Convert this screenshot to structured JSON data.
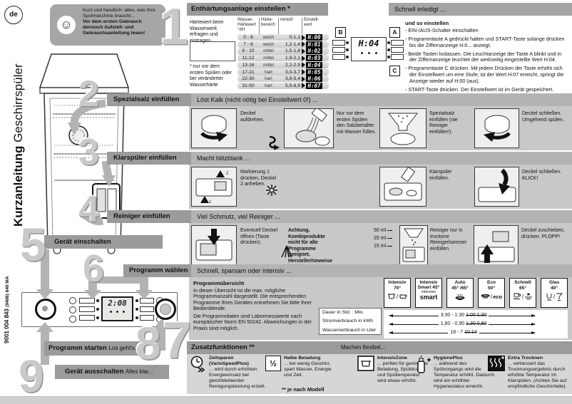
{
  "meta": {
    "lang": "de",
    "doc_number": "9001 004 843",
    "doc_suffix": "(9406) 640 MA",
    "title_bold": "Kurzanleitung",
    "title_light": "Geschirrspüler"
  },
  "intro": {
    "text": "Kurz und handlich: alles, was Ihre Spülmaschine braucht...",
    "bold": "Vor dem ersten Gebrauch dennoch Aufstell- und Gebrauchsanleitung lesen!"
  },
  "step1": {
    "num": "1",
    "title": "Enthärtungsanlage einstellen *",
    "note": "Härtewert beim Wasserwerk erfragen und eintragen ...",
    "footnote": "* nur vor dem ersten Spülen oder bei veränderter Wasserhärte",
    "table": {
      "h1": "Wasser-Härtewert °dH",
      "h2": "Härte-bereich",
      "h3": "mmol/l",
      "h4": "Einstell-wert",
      "rows": [
        {
          "range": "0 - 6",
          "band": "weich",
          "mmol": "0-1,1",
          "value": "H:00"
        },
        {
          "range": "7 - 8",
          "band": "weich",
          "mmol": "1,2-1,4",
          "value": "H:01"
        },
        {
          "range": "9 - 10",
          "band": "mittel",
          "mmol": "1,5-1,8",
          "value": "H:02"
        },
        {
          "range": "11-12",
          "band": "mittel",
          "mmol": "1,9-2,1",
          "value": "H:03"
        },
        {
          "range": "13-16",
          "band": "mittel",
          "mmol": "2,2-2,9",
          "value": "H:04"
        },
        {
          "range": "17-21",
          "band": "hart",
          "mmol": "3,0-3,7",
          "value": "H:05"
        },
        {
          "range": "22-30",
          "band": "hart",
          "mmol": "3,8-5,4",
          "value": "H:06"
        },
        {
          "range": "31-50",
          "band": "hart",
          "mmol": "5,5-8,9",
          "value": "H:07"
        }
      ]
    }
  },
  "quick": {
    "band": "Schnell erledigt ...",
    "subtitle": "und so einstellen",
    "display": "H:04",
    "label_a": "A",
    "label_b": "B",
    "label_c": "C",
    "bullets": [
      "EIN-/AUS-Schalter einschalten",
      "Programmtaste A gedrückt halten und START-Taste solange drücken bis die Ziffernanzeige H:0... anzeigt.",
      "Beide Tasten loslassen. Die Leuchtanzeige der Taste A blinkt und in der Ziffernanzeige leuchtet der werkseitig eingestellte Wert H:04.",
      "Programmtaste C drücken. Mit jedem Drücken der Taste erhöht sich der Einstellwert um eine Stufe; ist der Wert H:07 erreicht, springt die Anzeige wieder auf H:00 (aus).",
      "START-Taste drücken. Der Einstellwert ist im Gerät gespeichert."
    ]
  },
  "step2": {
    "num": "2",
    "title": "Spezialsalz einfüllen",
    "tagline": "Löst Kalk (nicht nötig bei Einstellwert 0!) ...",
    "cap1": "Deckel aufdrehen.",
    "cap2": "Nur vor dem ersten Spülen den Salzbehälter mit Wasser füllen.",
    "cap3": "Spezialsalz einfüllen (nie Reiniger einfüllen!).",
    "cap4": "Deckel schließen. Umgehend spülen."
  },
  "step3": {
    "num": "3",
    "title": "Klarspüler einfüllen",
    "tagline": "Macht blitzblank ...",
    "cap1": "Markierung 1 drücken, Deckel 2 anheben.",
    "cap2": "Klarspüler einfüllen.",
    "cap3": "Deckel schließen. KLICK!"
  },
  "step4": {
    "num": "4",
    "title": "Reiniger einfüllen",
    "tagline": "Viel Schmutz, viel Reiniger ...",
    "cap1": "Eventuell Deckel öffnen (Taste drücken).",
    "warn": "Achtung, Kombiprodukte nicht für alle Programme geeignet, Herstellerhinweise beachten.",
    "ml1": "50 ml",
    "ml2": "25 ml",
    "ml3": "15 ml",
    "cap2": "Reiniger nur in trockene Reinigerkammer einfüllen.",
    "cap3": "Deckel zuschieben, drücken. PLOPP!"
  },
  "step5": {
    "num": "5",
    "title": "Gerät einschalten"
  },
  "step6": {
    "num": "6",
    "title": "Programm wählen",
    "tagline": "Schnell, sparsam oder intensiv ..."
  },
  "step78": {
    "num7": "7",
    "num8": "8",
    "title": "Programm starten",
    "tagline": "Los geht's..."
  },
  "step9": {
    "num": "9",
    "title": "Gerät ausschalten",
    "tagline": "Alles klar..."
  },
  "programs": {
    "overview_title": "Programmübersicht",
    "p1": "In dieser Übersicht ist die max. mögliche Programmanzahl dargestellt. Die entsprechenden Programme Ihres Gerätes entnehmen Sie bitte Ihrer Bedienblende.",
    "p2": "Die Programmdaten sind Labormesswerte nach europäischer Norm EN 50242. Abweichungen in der Praxis sind möglich.",
    "label1": "Dauer in Std. : Min.",
    "label2": "Stromverbrauch in kWh",
    "label3": "Wasserverbrauch in Liter",
    "cols": [
      {
        "l1": "Intensiv",
        "l2": "70°"
      },
      {
        "l1": "Intensiv",
        "l2": "Smart 45°",
        "logo1": "intensive",
        "logo2": "smart"
      },
      {
        "l1": "Auto",
        "l2": "45° /65°"
      },
      {
        "l1": "Eco",
        "l2": "50°",
        "eco": "eco"
      },
      {
        "l1": "Schnell",
        "l2": "65°"
      },
      {
        "l1": "Glas",
        "l2": "40°"
      }
    ],
    "values": [
      {
        "cur": "3:30 - 1:30",
        "old": "1:00 1:30"
      },
      {
        "cur": "1,60 - 0,90",
        "old": "1,30 0,90"
      },
      {
        "cur": "18 - 7",
        "old": "10 14"
      }
    ]
  },
  "extras": {
    "title": "Zusatzfunktionen **",
    "tagline": "Machen flexibel...",
    "footnote": "** je nach Modell",
    "items": [
      {
        "name": "Zeitsparen (VarioSpeedPlus)",
        "desc": "... wird durch erhöhten Energieeinsatz bei gleichbleibender Reinigungsleistung erzielt."
      },
      {
        "name": "Halbe Beladung",
        "desc": "... bei wenig Geschirr, spart Wasser, Energie und Zeit.",
        "icon_text": "½"
      },
      {
        "name": "IntensivZone",
        "desc": "... perfekt für gemischte Beladung, Spüldruck und Spültemperatur wird etwas erhöht."
      },
      {
        "name": "HygienePlus",
        "desc": "... während des Spülvorgangs wird die Temperatur erhöht. Dadurch wird ein erhöhter Hygienestatus erreicht."
      },
      {
        "name": "Extra Trocknen",
        "desc": "... verbessert das Trocknungsergebnis durch erhöhte Temperatur im Klarspülen. (Achten Sie auf empfindliche Geschirrteile)."
      }
    ]
  },
  "panel": {
    "display": "2:08"
  }
}
